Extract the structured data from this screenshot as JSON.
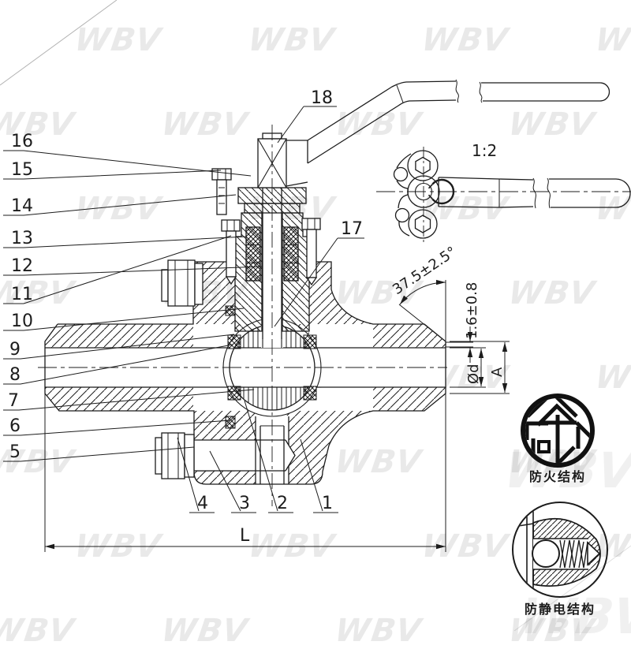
{
  "colors": {
    "line": "#1c1c1c",
    "watermark_gray": "#e6e6e6",
    "background": "#ffffff"
  },
  "watermark": {
    "text": "WBV"
  },
  "callouts": {
    "left": [
      {
        "num": "16"
      },
      {
        "num": "15"
      },
      {
        "num": "14"
      },
      {
        "num": "13"
      },
      {
        "num": "12"
      },
      {
        "num": "11"
      },
      {
        "num": "10"
      },
      {
        "num": "9"
      },
      {
        "num": "8"
      },
      {
        "num": "7"
      },
      {
        "num": "6"
      },
      {
        "num": "5"
      }
    ],
    "top": {
      "num": "18"
    },
    "mid": {
      "num": "17"
    },
    "bottom": [
      {
        "num": "4"
      },
      {
        "num": "3"
      },
      {
        "num": "2"
      },
      {
        "num": "1"
      }
    ]
  },
  "dimensions": {
    "bevel_angle": "37.5±2.5°",
    "root_face": "1.6±0.8",
    "bore_diameter": "Ød",
    "end_diameter": "A",
    "face_to_face": "L"
  },
  "detail_view": {
    "scale_label": "1:2"
  },
  "emblems": {
    "fire_safe": {
      "caption": "防火结构"
    },
    "anti_static": {
      "caption": "防静电结构"
    }
  }
}
